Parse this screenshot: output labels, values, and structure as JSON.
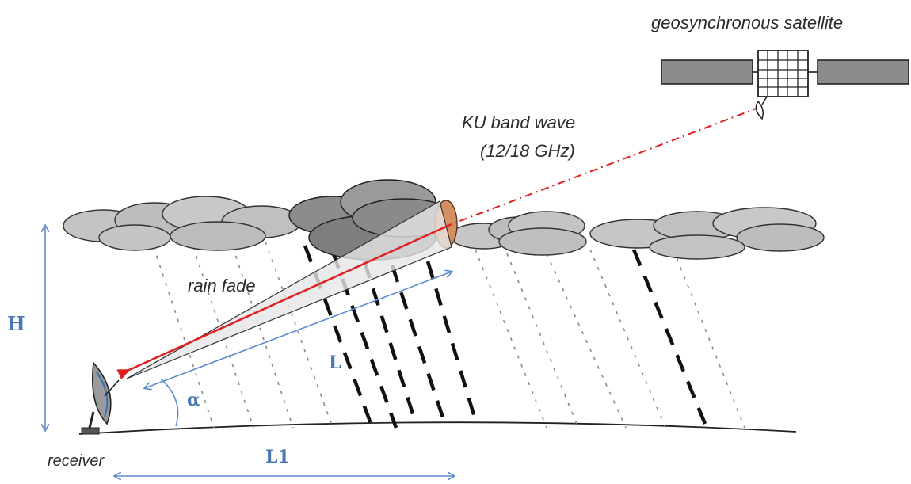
{
  "labels": {
    "satellite": "geosynchronous satellite",
    "wave_line1": "KU band wave",
    "wave_line2": "(12/18 GHz)",
    "rain_fade": "rain fade",
    "receiver": "receiver",
    "height": "H",
    "path_length": "L",
    "angle": "α",
    "ground_distance": "L1"
  },
  "colors": {
    "signal": "#e02020",
    "dimension": "#5b8bd0",
    "label_math": "#4a78b4",
    "cloud_light": "#c8c8c8",
    "cloud_dark": "#8a8a8a",
    "rain": "#111111",
    "attenuation_cell": "#d49060",
    "panel": "#8c8c8c"
  },
  "icons": {
    "satellite": "satellite-icon",
    "receiver": "dish-antenna-icon"
  }
}
